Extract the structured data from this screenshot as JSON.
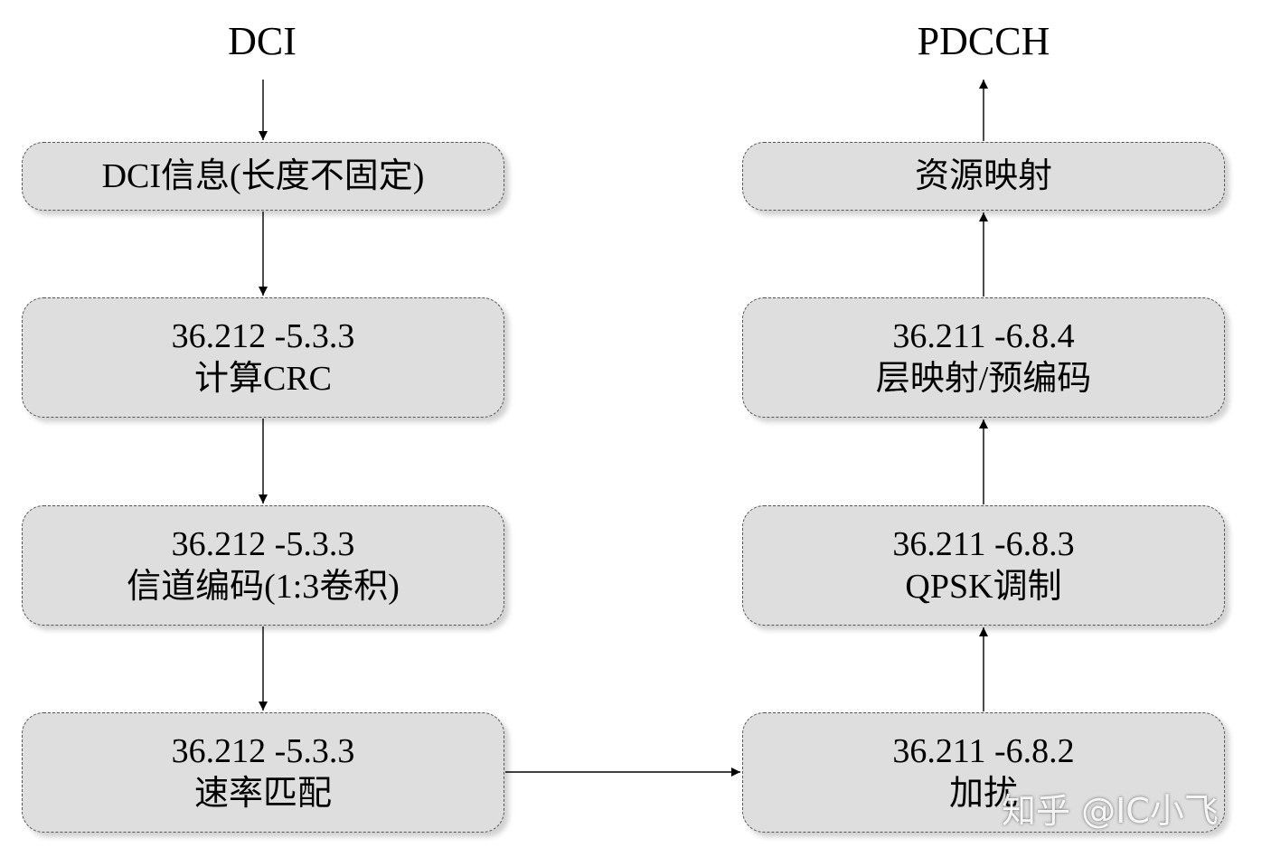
{
  "diagram": {
    "input_label": "DCI",
    "output_label": "PDCCH",
    "left_column": [
      {
        "lines": [
          "DCI信息(长度不固定)"
        ]
      },
      {
        "lines": [
          "36.212 -5.3.3",
          "计算CRC"
        ]
      },
      {
        "lines": [
          "36.212 -5.3.3",
          "信道编码(1:3卷积)"
        ]
      },
      {
        "lines": [
          "36.212 -5.3.3",
          "速率匹配"
        ]
      }
    ],
    "right_column": [
      {
        "lines": [
          "资源映射"
        ]
      },
      {
        "lines": [
          "36.211 -6.8.4",
          "层映射/预编码"
        ]
      },
      {
        "lines": [
          "36.211 -6.8.3",
          "QPSK调制"
        ]
      },
      {
        "lines": [
          "36.211 -6.8.2",
          "加扰"
        ]
      }
    ]
  },
  "watermark": "知乎 @IC小飞",
  "colors": {
    "box_fill": "#dedede",
    "box_border": "#555555",
    "arrow": "#000000"
  }
}
